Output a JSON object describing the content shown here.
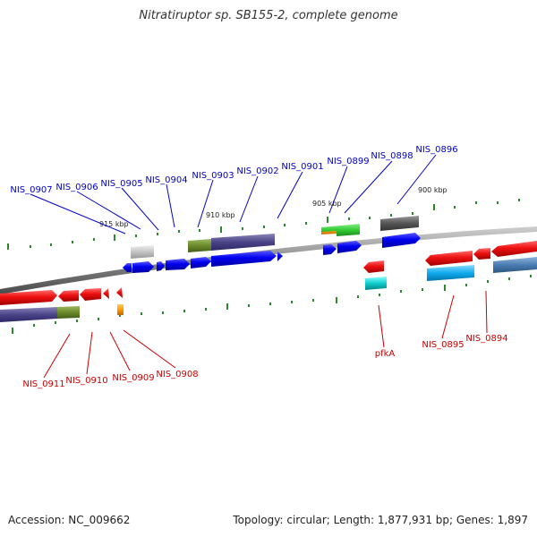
{
  "title": "Nitratiruptor sp. SB155-2, complete genome",
  "footer": {
    "accession": "Accession: NC_009662",
    "info": "Topology: circular; Length: 1,877,931 bp; Genes: 1,897"
  },
  "colors": {
    "forward_label": "#0000cc",
    "reverse_label": "#cc0000",
    "backbone": "#888888",
    "tick": "#2a8a2a",
    "forward_gene": "#0000ee",
    "reverse_gene": "#ee1111"
  },
  "position_labels": [
    "915 kbp",
    "910 kbp",
    "905 kbp",
    "900 kbp"
  ],
  "forward_genes": [
    "NIS_0907",
    "NIS_0906",
    "NIS_0905",
    "NIS_0904",
    "NIS_0903",
    "NIS_0902",
    "NIS_0901",
    "NIS_0899",
    "NIS_0898",
    "NIS_0896"
  ],
  "reverse_genes": [
    "NIS_0911",
    "NIS_0910",
    "NIS_0909",
    "NIS_0908",
    "pfkA",
    "NIS_0895",
    "NIS_0894"
  ]
}
